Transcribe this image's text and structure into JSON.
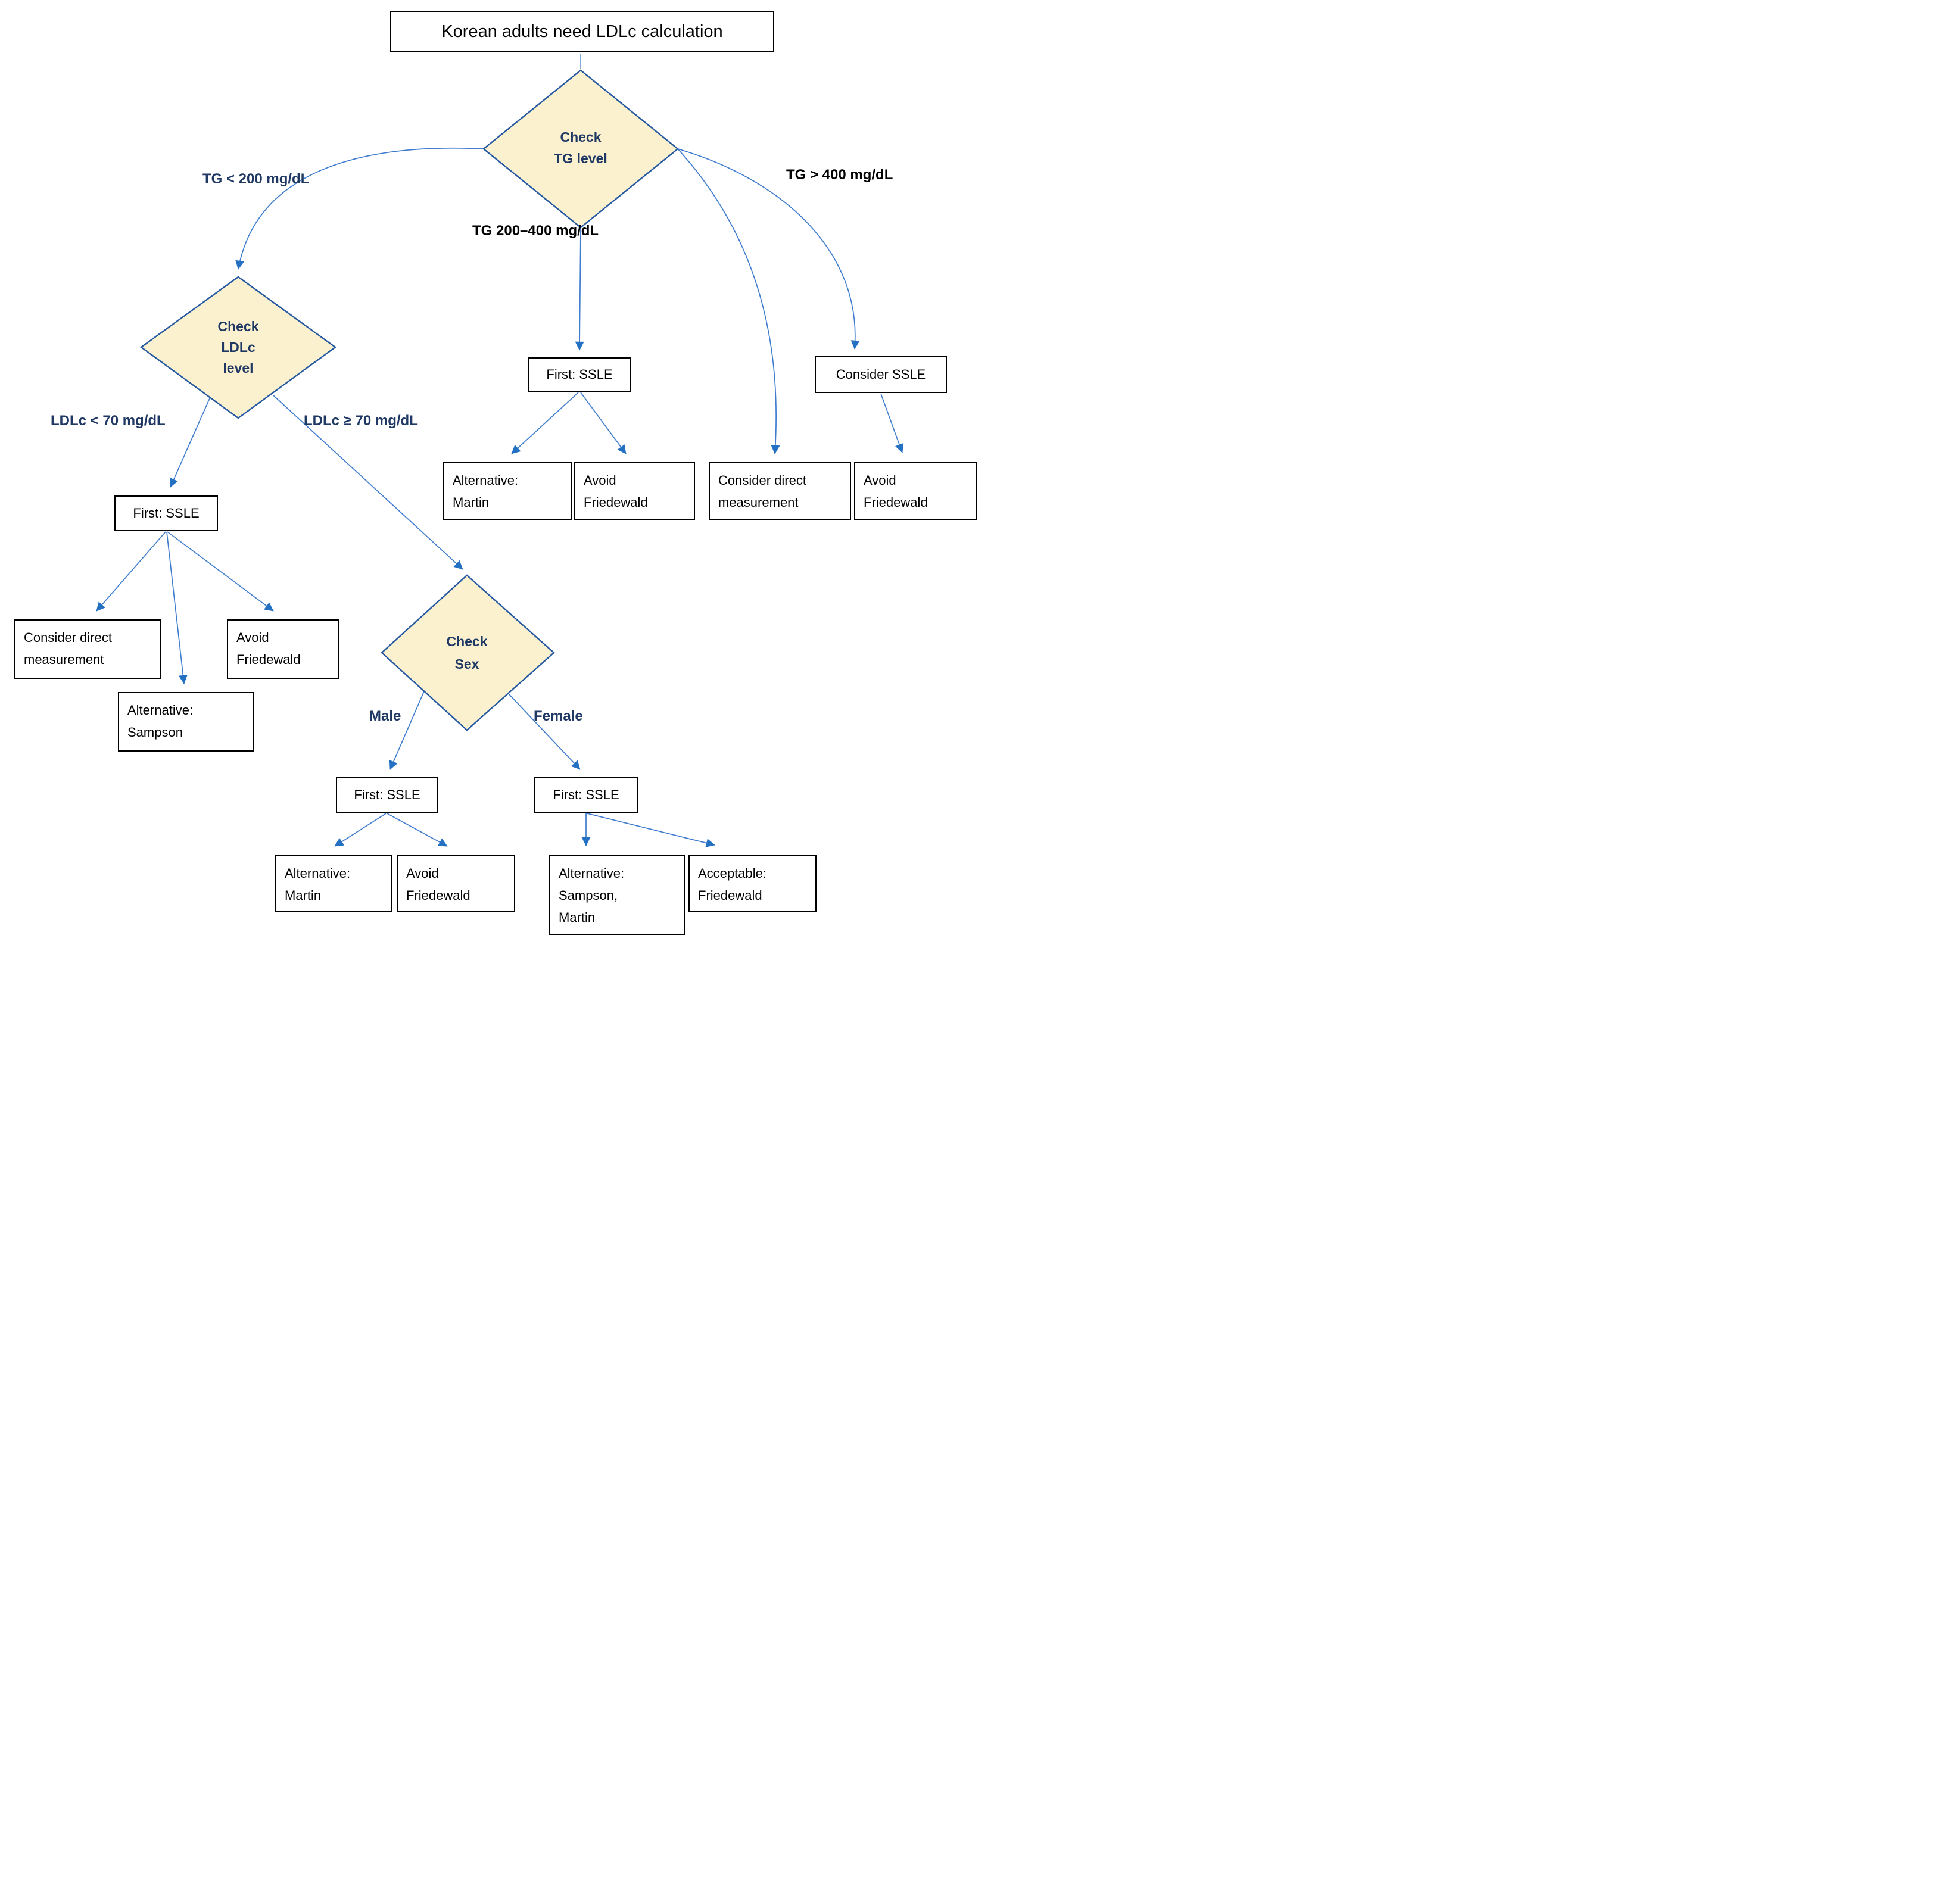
{
  "colors": {
    "connector": "#3f7cce",
    "arrowhead": "#2470c2",
    "diamond_fill": "#fbf1cf",
    "diamond_border": "#2458a0",
    "navy_text": "#1f3864",
    "black_text": "#000000",
    "background": "#ffffff"
  },
  "nodes": {
    "title": "Korean adults need LDLc calculation",
    "check_tg": "Check\nTG level",
    "check_ldlc": "Check\nLDLc\nlevel",
    "check_sex": "Check\nSex",
    "first_ssle_mid": "First: SSLE",
    "consider_ssle": "Consider SSLE",
    "alternative_martin_mid": "Alternative:\nMartin",
    "avoid_friedewald_mid": "Avoid\nFriedewald",
    "consider_direct_right": "Consider direct\nmeasurement",
    "avoid_friedewald_right": "Avoid\nFriedewald",
    "first_ssle_left": "First: SSLE",
    "consider_direct_left": "Consider direct\nmeasurement",
    "avoid_friedewald_left": "Avoid\nFriedewald",
    "alternative_sampson": "Alternative:\nSampson",
    "first_ssle_male": "First: SSLE",
    "first_ssle_female": "First: SSLE",
    "alternative_martin_male": "Alternative:\nMartin",
    "avoid_friedewald_male": "Avoid\nFriedewald",
    "alternative_sampson_martin": "Alternative:\nSampson,\nMartin",
    "acceptable_friedewald": "Acceptable:\nFriedewald"
  },
  "labels": {
    "tg_lt_200": "TG < 200 mg/dL",
    "tg_200_400": "TG 200–400 mg/dL",
    "tg_gt_400": "TG > 400 mg/dL",
    "ldlc_lt_70": "LDLc < 70 mg/dL",
    "ldlc_ge_70": "LDLc ≥ 70 mg/dL",
    "male": "Male",
    "female": "Female"
  },
  "edges": [
    {
      "from": "title",
      "to": "check-tg-level"
    },
    {
      "from": "check-tg-level",
      "to": "check-ldlc-level",
      "label": "TG < 200 mg/dL"
    },
    {
      "from": "check-tg-level",
      "to": "first-ssle-tg-200-400",
      "label": "TG 200–400 mg/dL"
    },
    {
      "from": "check-tg-level",
      "to": "consider-ssle",
      "label": "TG > 400 mg/dL"
    },
    {
      "from": "check-tg-level",
      "to": "consider-direct-measurement-right"
    },
    {
      "from": "consider-ssle",
      "to": "avoid-friedewald-right"
    },
    {
      "from": "check-ldlc-level",
      "to": "first-ssle-ldlc-low",
      "label": "LDLc < 70 mg/dL"
    },
    {
      "from": "check-ldlc-level",
      "to": "check-sex",
      "label": "LDLc ≥ 70 mg/dL"
    },
    {
      "from": "first-ssle-ldlc-low",
      "to": "consider-direct-measurement-left"
    },
    {
      "from": "first-ssle-ldlc-low",
      "to": "alternative-sampson"
    },
    {
      "from": "first-ssle-ldlc-low",
      "to": "avoid-friedewald-left"
    },
    {
      "from": "check-sex",
      "to": "first-ssle-male",
      "label": "Male"
    },
    {
      "from": "check-sex",
      "to": "first-ssle-female",
      "label": "Female"
    },
    {
      "from": "first-ssle-male",
      "to": "alternative-martin-male"
    },
    {
      "from": "first-ssle-male",
      "to": "avoid-friedewald-male"
    },
    {
      "from": "first-ssle-female",
      "to": "alternative-sampson-martin"
    },
    {
      "from": "first-ssle-female",
      "to": "acceptable-friedewald"
    },
    {
      "from": "first-ssle-tg-200-400",
      "to": "alternative-martin-mid"
    },
    {
      "from": "first-ssle-tg-200-400",
      "to": "avoid-friedewald-mid"
    }
  ]
}
